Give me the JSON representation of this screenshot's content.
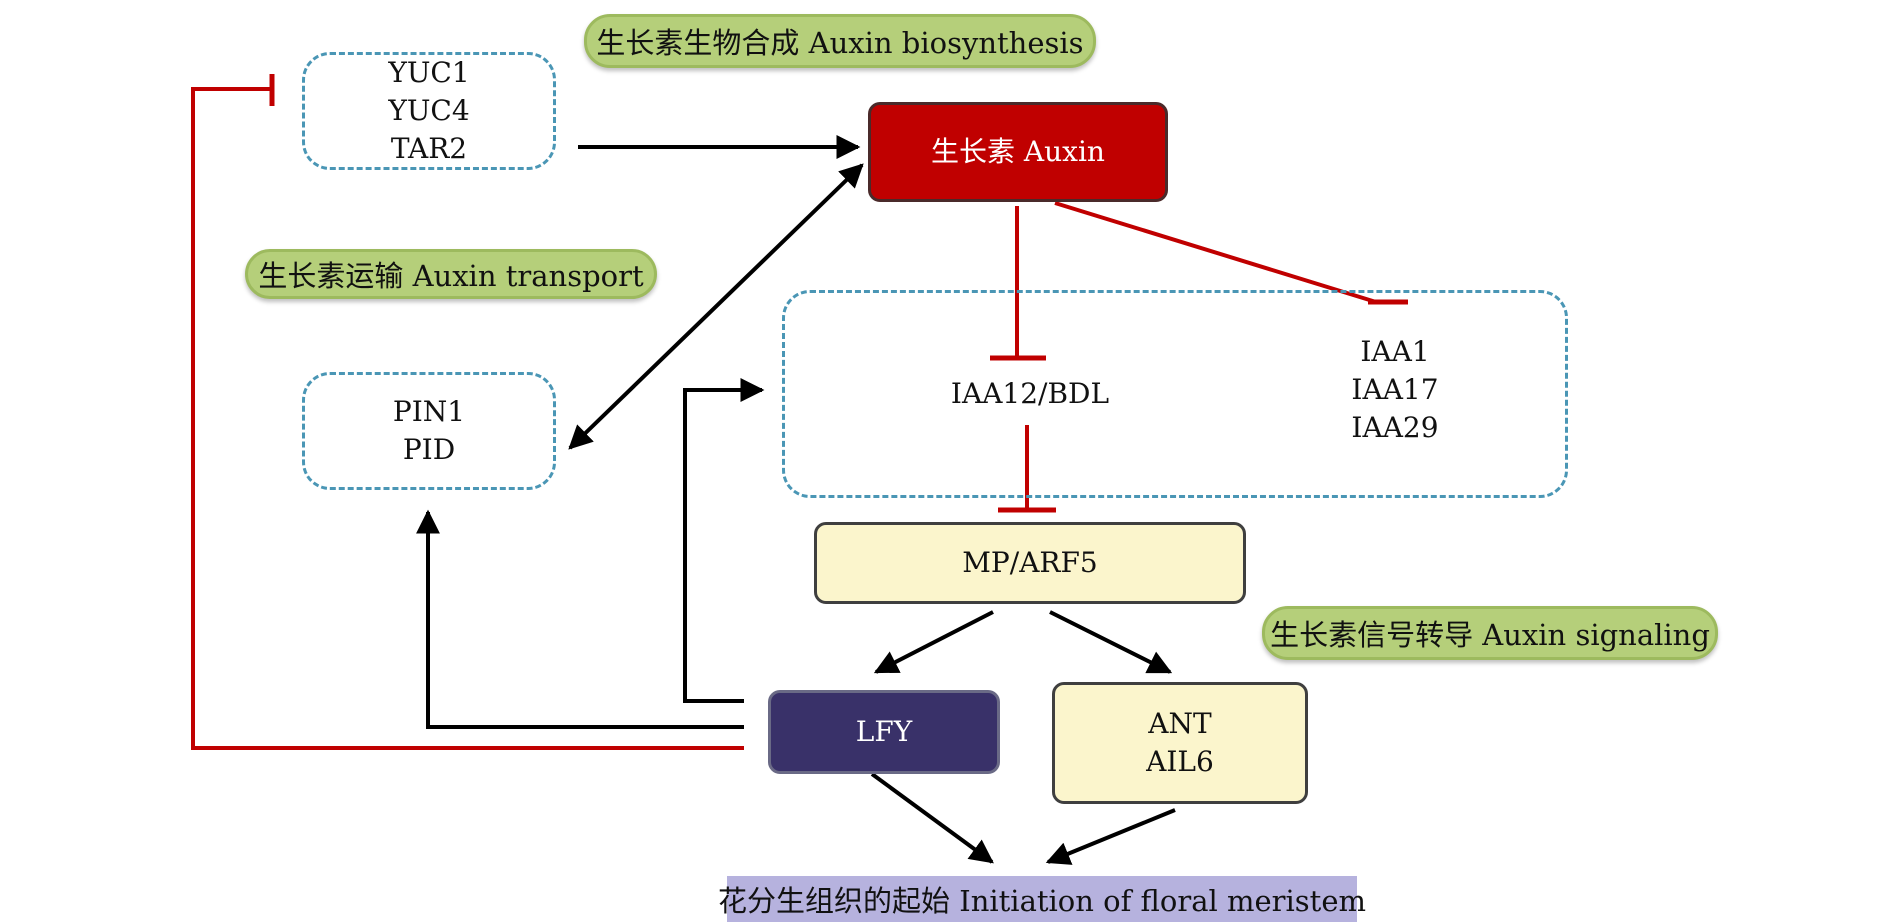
{
  "labels": {
    "biosynthesis": "生长素生物合成 Auxin biosynthesis",
    "transport": "生长素运输  Auxin transport",
    "signaling": "生长素信号转导 Auxin signaling"
  },
  "nodes": {
    "yuc": {
      "lines": [
        "YUC1",
        "YUC4",
        "TAR2"
      ]
    },
    "auxin": "生长素 Auxin",
    "pin": {
      "lines": [
        "PIN1",
        "PID"
      ]
    },
    "iaa12": "IAA12/BDL",
    "iaa_group": {
      "lines": [
        "IAA1",
        "IAA17",
        "IAA29"
      ]
    },
    "mp": "MP/ARF5",
    "lfy": "LFY",
    "ant": {
      "lines": [
        "ANT",
        "AIL6"
      ]
    },
    "outcome": "花分生组织的起始 Initiation of floral meristem"
  },
  "colors": {
    "activation": "#000000",
    "repression": "#c00000",
    "dashed_border": "#4a96b5",
    "label_green": "#b5cf7a",
    "auxin_red": "#c00000",
    "pale_yellow": "#fbf5cc",
    "lfy_navy": "#393169",
    "outcome_lavender": "#b6b2de"
  }
}
